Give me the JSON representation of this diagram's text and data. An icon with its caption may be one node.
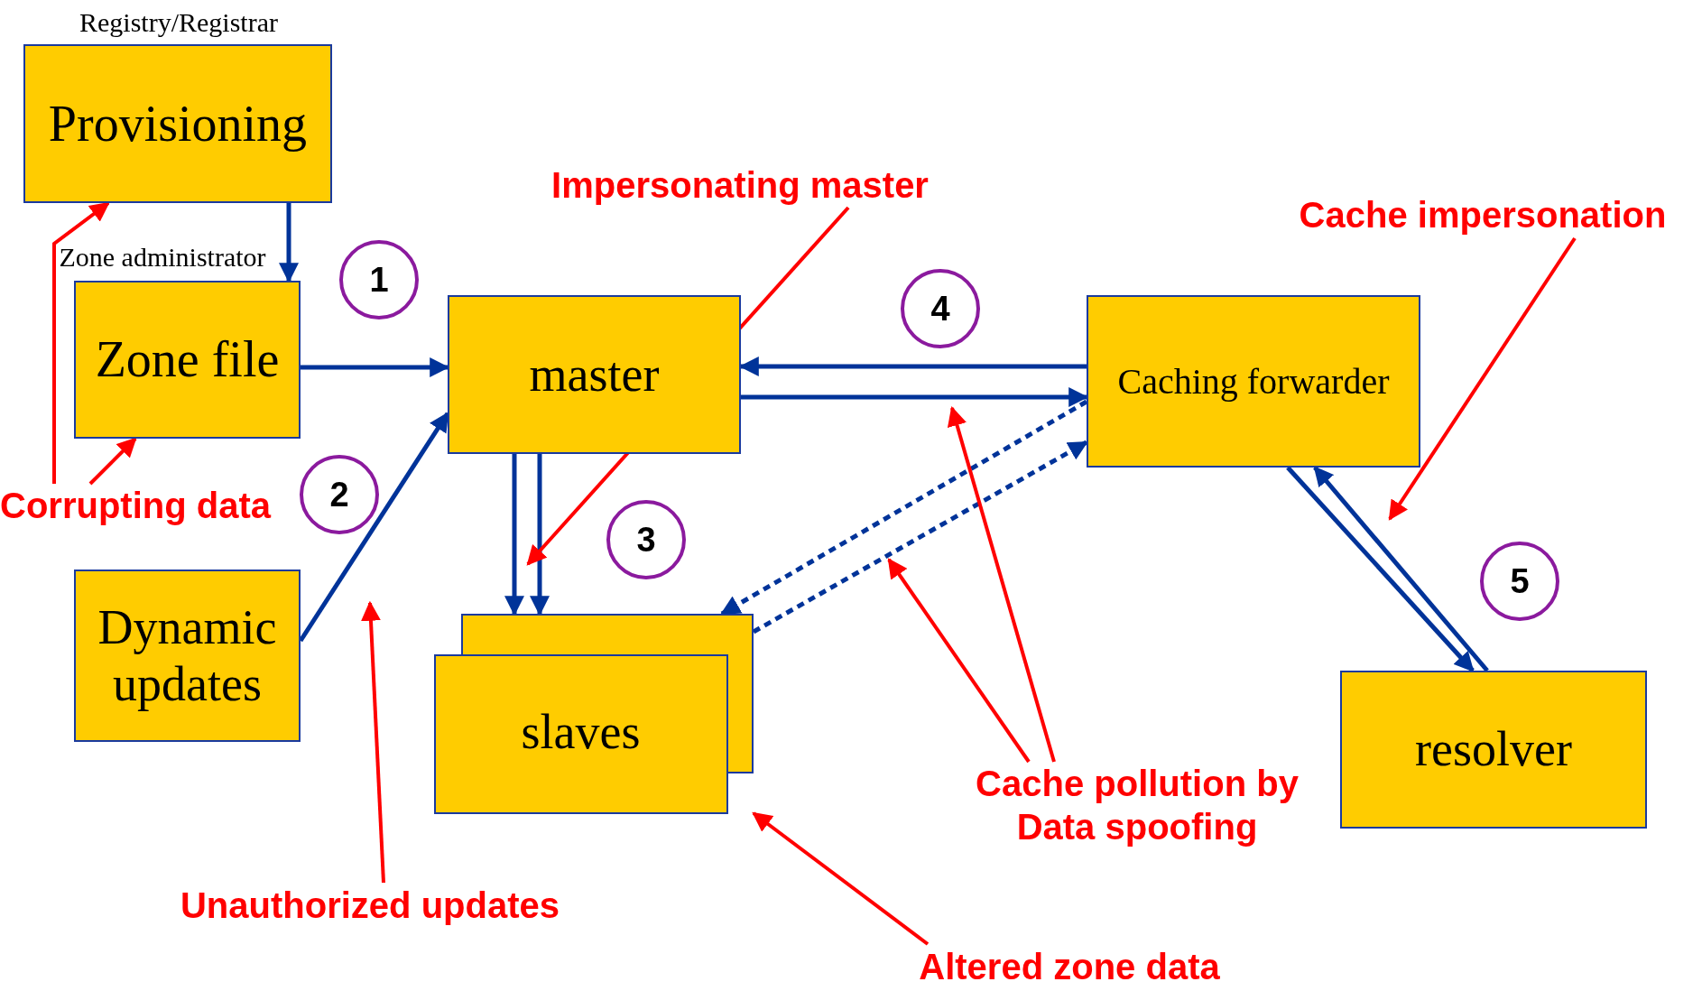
{
  "diagram": {
    "nodes": [
      {
        "text": [
          "Provisioning"
        ],
        "beside": [
          "Registry/Registrar"
        ]
      },
      {
        "text": [
          "Zone file"
        ],
        "beside": [
          "Zone administrator"
        ]
      },
      {
        "text": [
          "Dynamic updates"
        ]
      },
      {
        "text": [
          "master"
        ]
      },
      {
        "text": [
          "slaves"
        ]
      },
      {
        "text": [
          "Caching forwarder"
        ]
      },
      {
        "text": [
          "resolver"
        ]
      },
      {
        "text": [
          "1"
        ]
      },
      {
        "text": [
          "2"
        ]
      },
      {
        "text": [
          "3"
        ]
      },
      {
        "text": [
          "4"
        ]
      },
      {
        "text": [
          "5"
        ]
      },
      {
        "text": [
          "Impersonating master"
        ]
      },
      {
        "text": [
          "Cache impersonation"
        ]
      },
      {
        "text": [
          "Corrupting data"
        ]
      },
      {
        "text": [
          "Unauthorized updates"
        ]
      },
      {
        "text": [
          "Cache pollution by Data spoofing"
        ]
      },
      {
        "text": [
          "Altered zone data"
        ]
      }
    ],
    "edges": [
      {
        "from": 0,
        "to": 1,
        "arrow": "to"
      },
      {
        "from": 1,
        "to": 3,
        "arrow": "to"
      },
      {
        "from": 2,
        "to": 3,
        "arrow": "to"
      },
      {
        "from": 3,
        "to": 4,
        "arrow": "to"
      },
      {
        "from": 3,
        "to": 4,
        "arrow": "to"
      },
      {
        "from": 5,
        "to": 3,
        "arrow": "to"
      },
      {
        "from": 3,
        "to": 5,
        "arrow": "to"
      },
      {
        "from": 4,
        "to": 5,
        "arrow": "to",
        "style": "dashed"
      },
      {
        "from": 5,
        "to": 4,
        "arrow": "to",
        "style": "dashed"
      },
      {
        "from": 5,
        "to": 6,
        "arrow": "to"
      },
      {
        "from": 6,
        "to": 5,
        "arrow": "to"
      },
      {
        "from": 12,
        "to": null,
        "arrow": "to",
        "color": "#ff0000"
      },
      {
        "from": 13,
        "to": null,
        "arrow": "to",
        "color": "#ff0000"
      },
      {
        "from": 14,
        "to": 0,
        "arrow": "to",
        "color": "#ff0000"
      },
      {
        "from": 14,
        "to": 1,
        "arrow": "to",
        "color": "#ff0000"
      },
      {
        "from": 15,
        "to": null,
        "arrow": "to",
        "color": "#ff0000"
      },
      {
        "from": 16,
        "to": null,
        "arrow": "to",
        "color": "#ff0000"
      },
      {
        "from": 16,
        "to": null,
        "arrow": "to",
        "color": "#ff0000"
      },
      {
        "from": 17,
        "to": 4,
        "arrow": "to",
        "color": "#ff0000"
      }
    ]
  }
}
